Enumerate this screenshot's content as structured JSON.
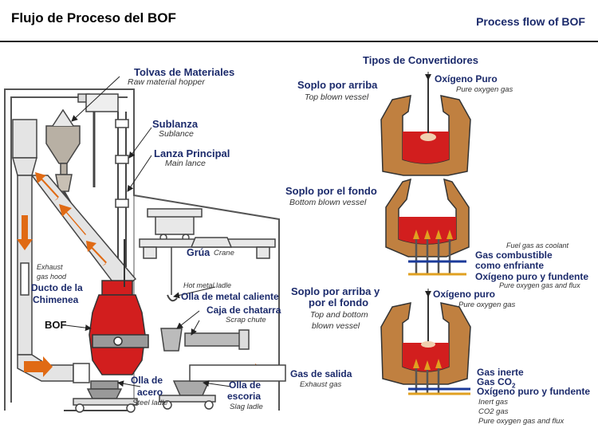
{
  "header": {
    "title_es": "Flujo de Proceso del BOF",
    "title_en": "Process flow of BOF"
  },
  "plant": {
    "hopper": {
      "es": "Tolvas de Materiales",
      "en": "Raw material hopper"
    },
    "sublance": {
      "es": "Sublanza",
      "en": "Sublance"
    },
    "main_lance": {
      "es": "Lanza Principal",
      "en": "Main lance"
    },
    "crane": {
      "es": "Grúa",
      "en": "Crane"
    },
    "hot_metal_ladle": {
      "es": "Olla de metal caliente",
      "en": "Hot metal ladle"
    },
    "scrap_chute": {
      "es": "Caja de chatarra",
      "en": "Scrap chute"
    },
    "exhaust_hood": {
      "es_line1": "Ducto de la",
      "es_line2": "Chimenea",
      "en_line1": "Exhaust",
      "en_line2": "gas hood"
    },
    "bof": {
      "es": "BOF"
    },
    "steel_ladle": {
      "es_line1": "Olla de",
      "es_line2": "acero",
      "en": "Steel ladle"
    },
    "slag_ladle": {
      "es_line1": "Olla de",
      "es_line2": "escoria",
      "en": "Slag ladle"
    },
    "exhaust_gas": {
      "es": "Gas de salida",
      "en": "Exhaust gas"
    }
  },
  "converters": {
    "heading": "Tipos de Convertidores",
    "top": {
      "es": "Soplo por arriba",
      "en": "Top blown vessel",
      "gas_es": "Oxígeno Puro",
      "gas_en": "Pure oxygen gas"
    },
    "bottom": {
      "es": "Soplo por el fondo",
      "en": "Bottom blown vessel",
      "fuel_en": "Fuel gas as coolant",
      "fuel_es_line1": "Gas combustible",
      "fuel_es_line2": "como enfriante",
      "oxy_es": "Oxígeno puro y fundente",
      "oxy_en": "Pure oxygen gas and flux"
    },
    "combined": {
      "es_line1": "Soplo por arriba y",
      "es_line2": "por el fondo",
      "en_line1": "Top and bottom",
      "en_line2": "blown vessel",
      "top_gas_es": "Oxígeno puro",
      "top_gas_en": "Pure oxygen gas",
      "inert_es": "Gas inerte",
      "co2_es": "Gas CO",
      "co2_sub": "2",
      "oxy_es": "Oxígeno puro y fundente",
      "inert_en": "Inert gas",
      "co2_en": "CO2 gas",
      "oxy_en": "Pure oxygen gas and flux"
    }
  },
  "colors": {
    "steel": "#d21e1e",
    "vessel_shell": "#c08040",
    "flow_arrow": "#e06a14",
    "label": "#1b2a6b"
  }
}
